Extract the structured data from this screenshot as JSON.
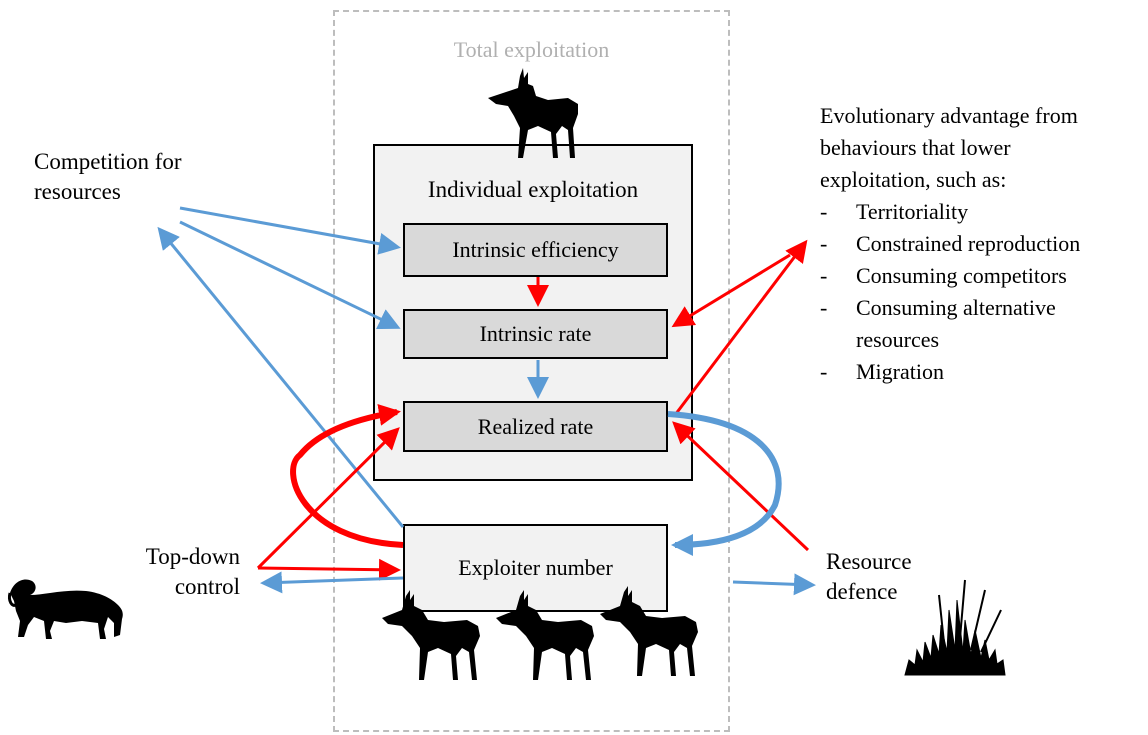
{
  "outer": {
    "title": "Total exploitation"
  },
  "individual": {
    "title": "Individual exploitation",
    "boxes": [
      "Intrinsic efficiency",
      "Intrinsic rate",
      "Realized rate"
    ]
  },
  "exploiter": {
    "label": "Exploiter number"
  },
  "labels": {
    "competition": [
      "Competition for",
      "resources"
    ],
    "topdown": [
      "Top-down",
      "control"
    ],
    "defence": [
      "Resource",
      "defence"
    ]
  },
  "advantage": {
    "heading": [
      "Evolutionary advantage from",
      "behaviours that lower",
      "exploitation, such as:"
    ],
    "dash": "-",
    "items": [
      "Territoriality",
      "Constrained reproduction",
      "Consuming competitors",
      "Consuming alternative resources",
      "Migration"
    ]
  },
  "icons": [
    "antelope-icon",
    "leopard-icon",
    "grass-icon"
  ],
  "colors": {
    "red_arrow": "#ff0000",
    "blue_arrow": "#5b9bd5",
    "dashed_border": "#bdbdbd",
    "box_fill": "#d9d9d9",
    "panel_fill": "#f2f2f2"
  }
}
